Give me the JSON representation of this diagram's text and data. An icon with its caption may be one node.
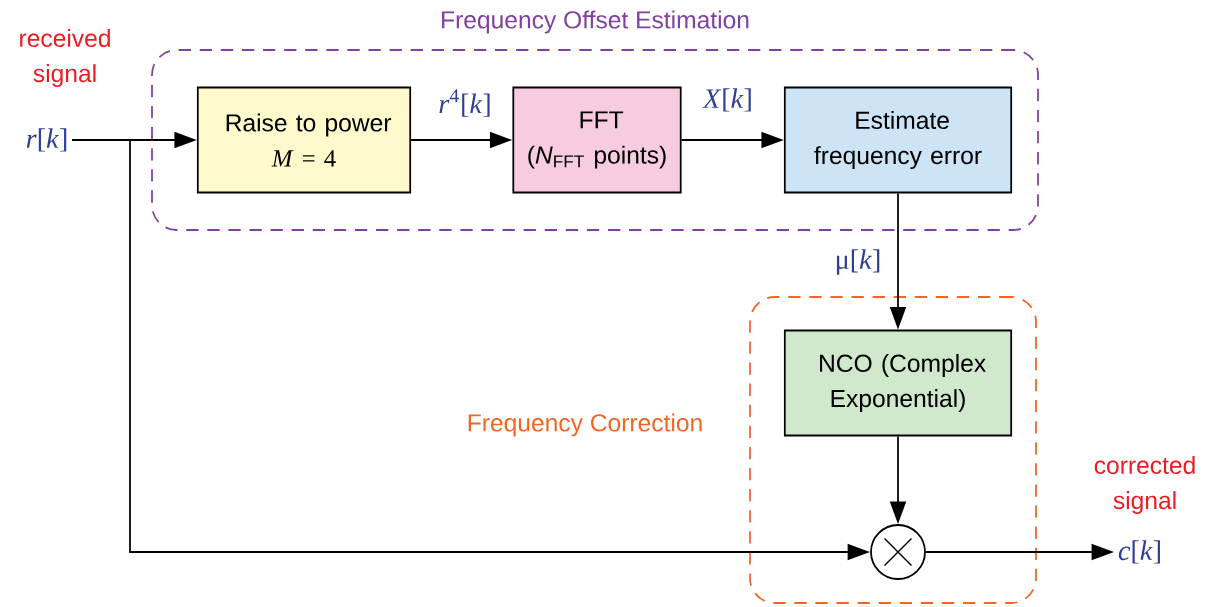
{
  "diagram": {
    "nodes": [
      {
        "text": [
          "Frequency Offset Estimation"
        ]
      },
      {
        "text": [
          "Raise to power",
          "*M* = 4"
        ],
        "in": 0
      },
      {
        "text": [
          "FFT",
          "(*N*$_{FFT}$ points)"
        ],
        "in": 0
      },
      {
        "text": [
          "Estimate frequency error"
        ],
        "in": 0
      },
      {
        "text": [
          "Frequency Correction"
        ]
      },
      {
        "text": [
          "NCO (Complex Exponential)"
        ],
        "in": 4
      },
      {
        "text": [],
        "shape": "circle",
        "in": 4
      },
      {
        "text": [
          "*r*[*k*]"
        ],
        "beside": [
          "received signal"
        ]
      },
      {
        "text": [
          "*c*[*k*]"
        ],
        "beside": [
          "corrected signal"
        ]
      }
    ],
    "edges": [
      {
        "from": 7,
        "to": 1,
        "arrow": "to"
      },
      {
        "from": 7,
        "to": 6,
        "arrow": "to"
      },
      {
        "from": 1,
        "to": 2,
        "arrow": "to",
        "label": "*r*$^{4}$[*k*]"
      },
      {
        "from": 2,
        "to": 3,
        "arrow": "to",
        "label": "*X*[*k*]"
      },
      {
        "from": 3,
        "to": 5,
        "arrow": "to",
        "label": "μ[*k*]"
      },
      {
        "from": 5,
        "to": 6,
        "arrow": "to"
      },
      {
        "from": 6,
        "to": 8,
        "arrow": "to"
      }
    ]
  }
}
